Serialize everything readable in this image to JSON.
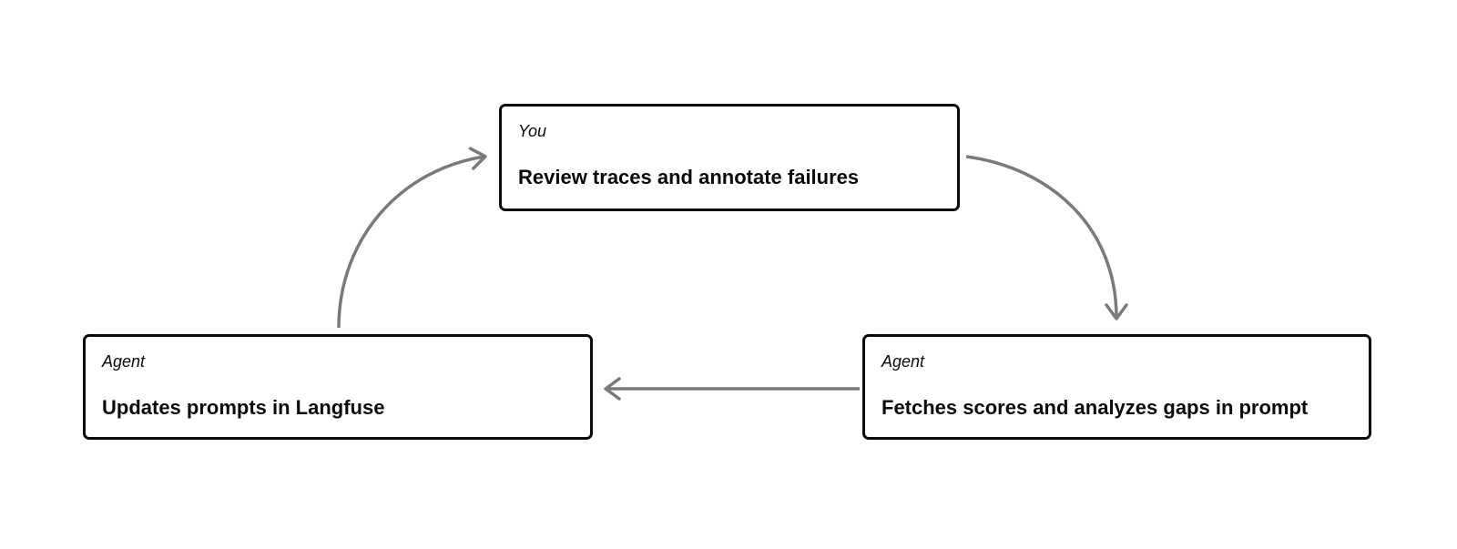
{
  "diagram": {
    "nodes": [
      {
        "id": "review",
        "actor": "You",
        "action": "Review traces and annotate failures"
      },
      {
        "id": "fetch",
        "actor": "Agent",
        "action": "Fetches scores and analyzes gaps in prompt"
      },
      {
        "id": "update",
        "actor": "Agent",
        "action": "Updates prompts in Langfuse"
      }
    ],
    "edges": [
      {
        "from": "update",
        "to": "review",
        "shape": "curved"
      },
      {
        "from": "review",
        "to": "fetch",
        "shape": "curved"
      },
      {
        "from": "fetch",
        "to": "update",
        "shape": "straight"
      }
    ],
    "colors": {
      "background": "#ffffff",
      "node_fill": "#ffffff",
      "node_border": "#0a0a0a",
      "text": "#0b0b0b",
      "arrow": "#7a7a7a"
    }
  }
}
